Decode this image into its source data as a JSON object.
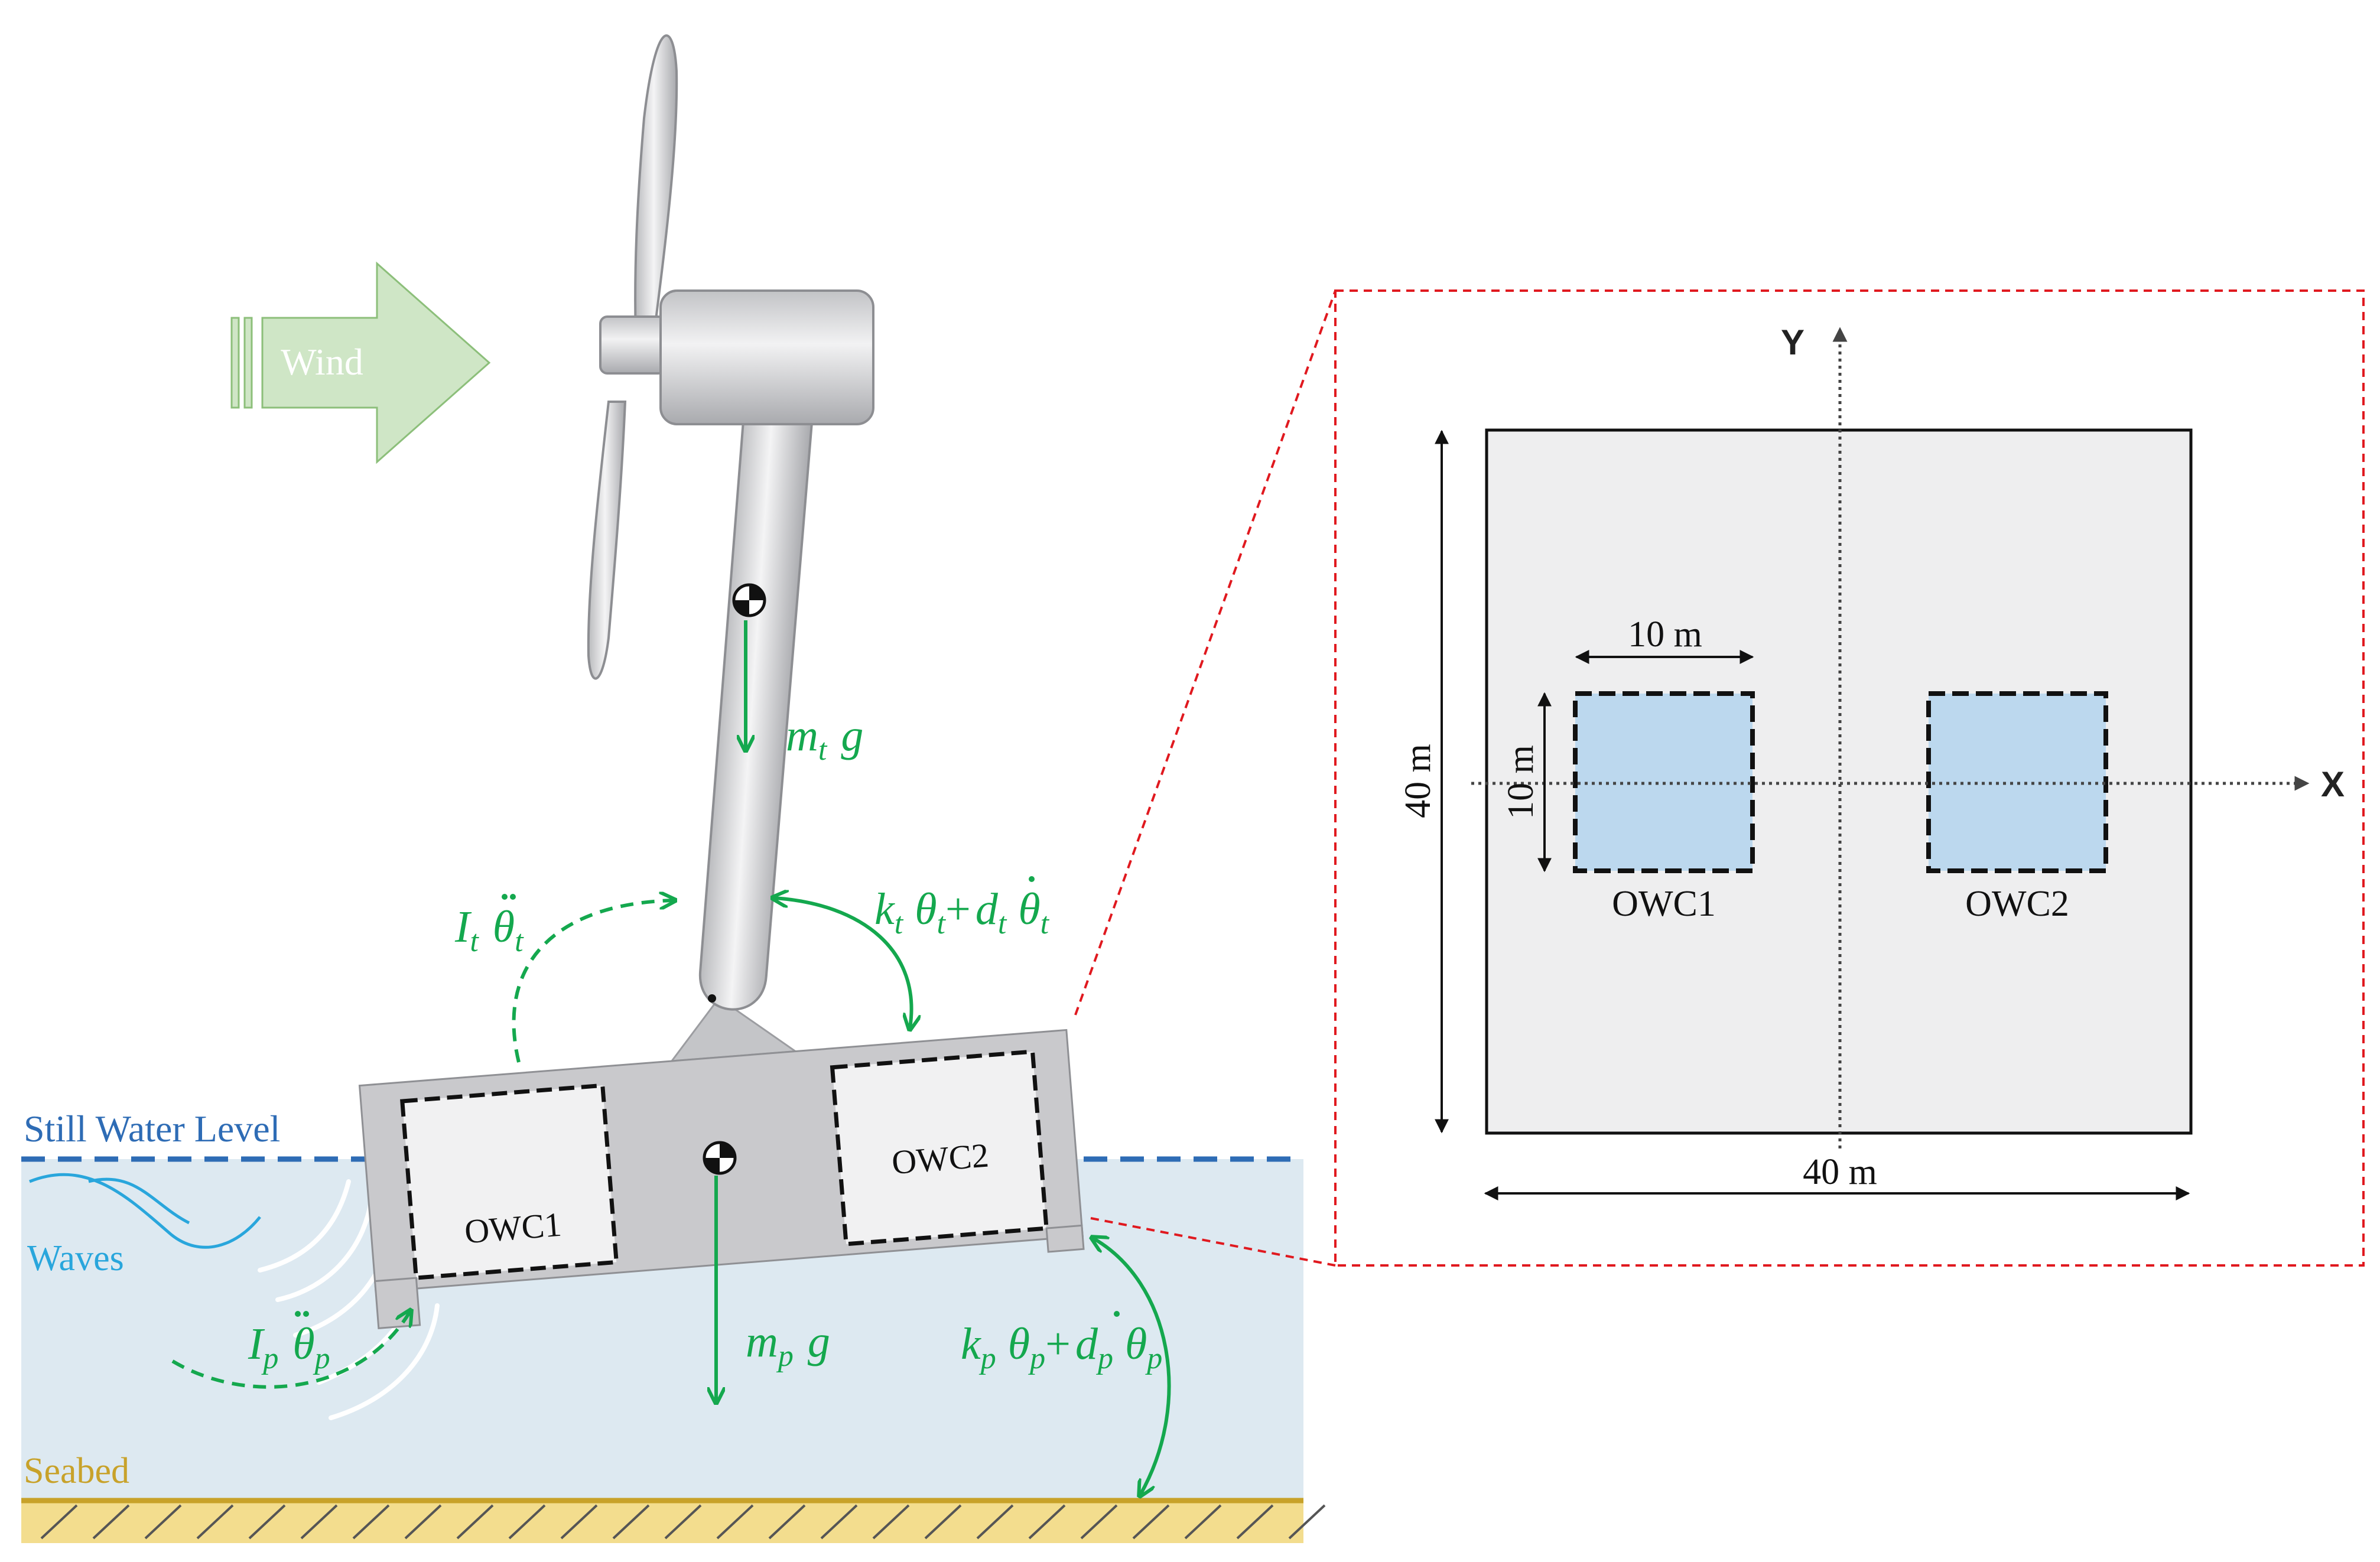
{
  "colors": {
    "water": "#dde9f1",
    "water_line": "#2e6cb5",
    "waves_label": "#29a6dc",
    "seabed": "#c8a22a",
    "seabed_fill": "#f3dd8e",
    "force_green": "#14a84e",
    "wind_fill": "#cfe6c6",
    "wind_stroke": "#8cbf7a",
    "platform": "#c9c9cc",
    "owc_fill": "#f1f1f2",
    "owc_top_fill": "#bcd8ee",
    "zoom_border": "#e0191f",
    "top_view_fill": "#eeeeef"
  },
  "labels": {
    "wind": "Wind",
    "still_water_level": "Still Water Level",
    "waves": "Waves",
    "seabed": "Seabed",
    "owc1_side": "OWC1",
    "owc2_side": "OWC2"
  },
  "forces": {
    "turbine_weight": {
      "m": "m",
      "sub": "t",
      "g": "g"
    },
    "platform_weight": {
      "m": "m",
      "sub": "p",
      "g": "g"
    },
    "turbine_inertia": {
      "I": "I",
      "sub": "t",
      "theta": "θ"
    },
    "platform_inertia": {
      "I": "I",
      "sub": "p",
      "theta": "θ"
    },
    "turbine_spring": {
      "k": "k",
      "d": "d",
      "sub": "t",
      "theta": "θ",
      "plus": "+"
    },
    "platform_spring": {
      "k": "k",
      "d": "d",
      "sub": "p",
      "theta": "θ",
      "plus": "+"
    }
  },
  "top_view": {
    "axis_x": "X",
    "axis_y": "Y",
    "width_label": "40 m",
    "height_label": "40 m",
    "owc_width_label": "10 m",
    "owc_height_label": "10 m",
    "owc1": "OWC1",
    "owc2": "OWC2"
  }
}
